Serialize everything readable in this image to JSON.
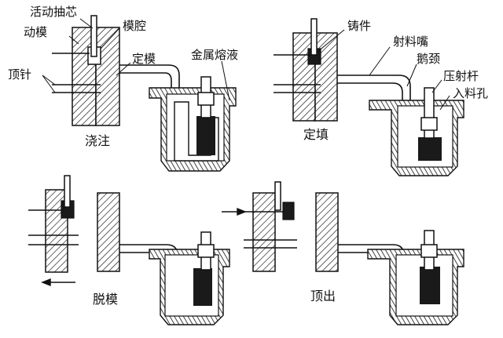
{
  "panels": {
    "pouring": {
      "caption": "浇注",
      "labels": {
        "movable_core": "活动抽芯",
        "moving_die": "动模",
        "die_cavity": "模腔",
        "fixed_die": "定模",
        "ejector_pin": "顶针",
        "molten_metal": "金属熔液"
      }
    },
    "filling": {
      "caption": "定填",
      "labels": {
        "casting": "铸件",
        "nozzle": "射料嘴",
        "gooseneck": "鹅颈",
        "plunger": "压射杆",
        "inlet_hole": "入料孔"
      }
    },
    "demolding": {
      "caption": "脱模"
    },
    "ejection": {
      "caption": "顶出"
    }
  },
  "style": {
    "ink": "#111111",
    "metal": "#1a1a1a",
    "paper": "#ffffff"
  }
}
